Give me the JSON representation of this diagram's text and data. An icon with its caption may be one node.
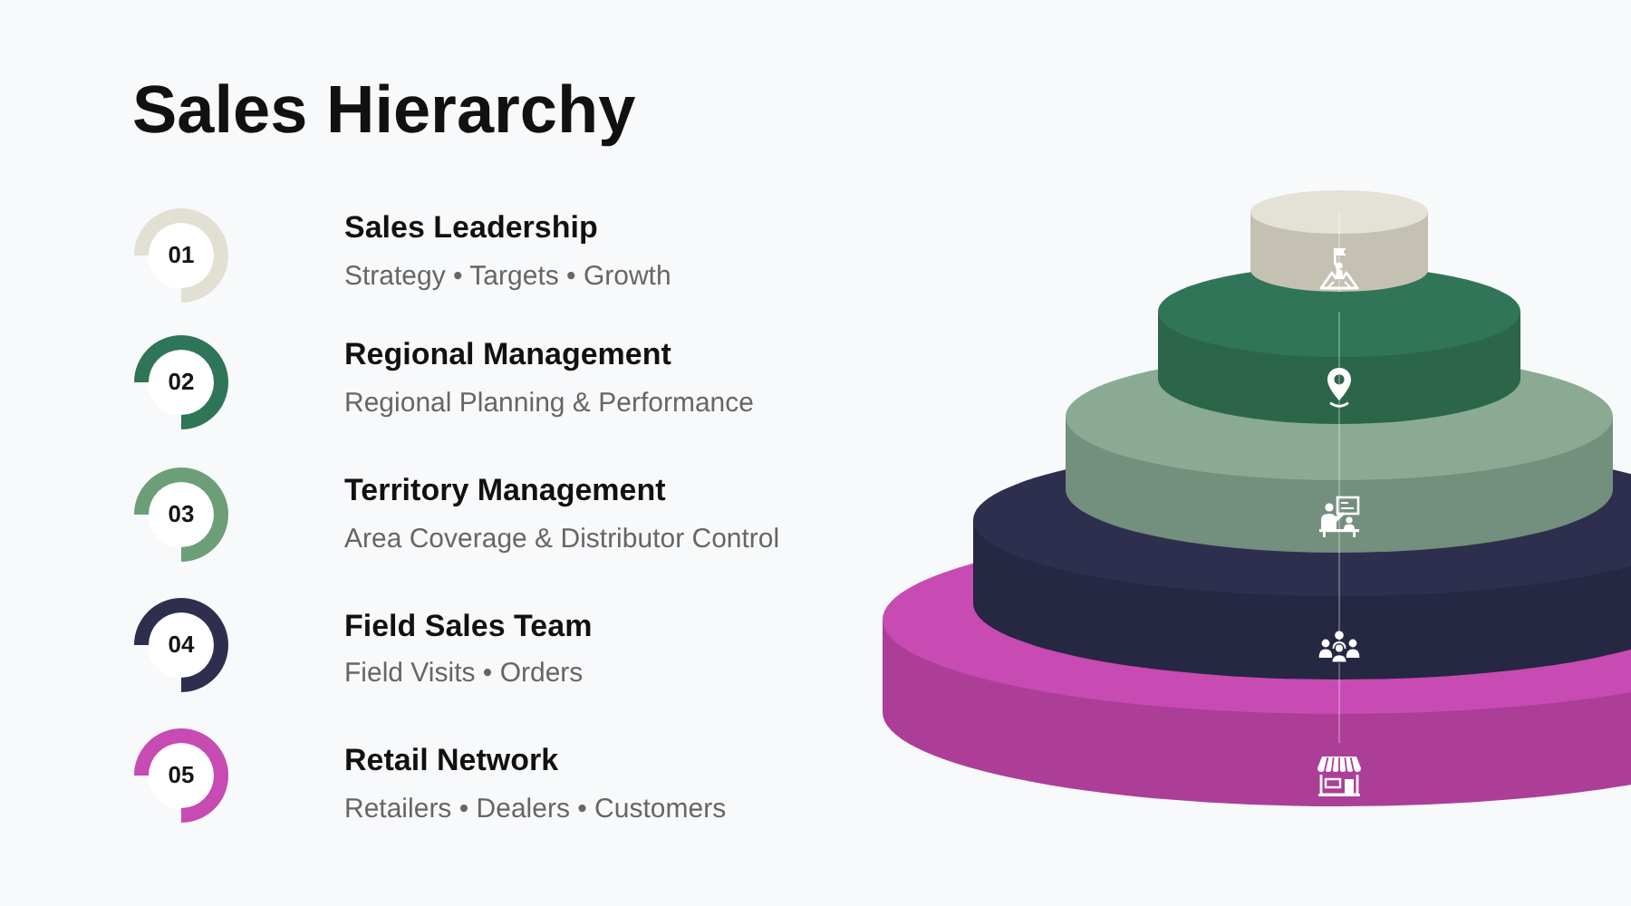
{
  "diagram": {
    "title": "Sales Hierarchy",
    "nodes": [
      {
        "text": [
          "01"
        ],
        "beside": [
          "Sales Leadership",
          "Strategy • Targets • Growth"
        ]
      },
      {
        "text": [
          "02"
        ],
        "beside": [
          "Regional Management",
          "Regional Planning & Performance"
        ]
      },
      {
        "text": [
          "03"
        ],
        "beside": [
          "Territory Management",
          "Area Coverage & Distributor Control"
        ]
      },
      {
        "text": [
          "04"
        ],
        "beside": [
          "Field Sales Team",
          "Field Visits • Orders"
        ]
      },
      {
        "text": [
          "05"
        ],
        "beside": [
          "Retail Network",
          "Retailers • Dealers • Customers"
        ]
      }
    ]
  }
}
